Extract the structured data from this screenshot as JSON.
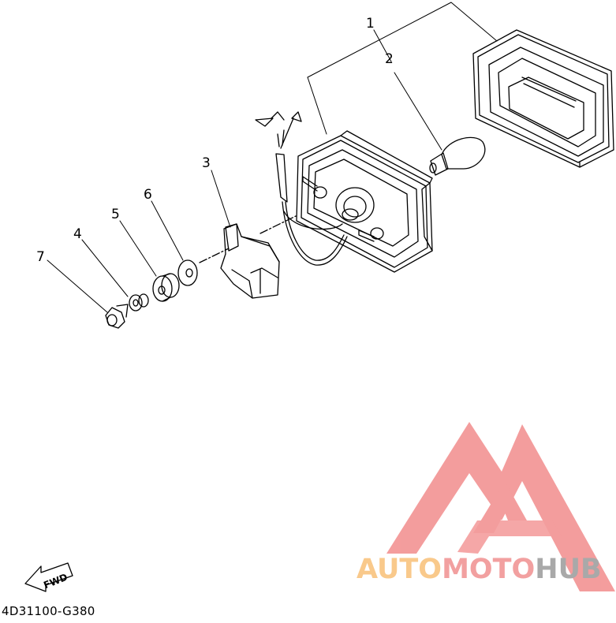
{
  "diagram": {
    "callouts": [
      {
        "id": "1",
        "part": "lamp-assembly"
      },
      {
        "id": "2",
        "part": "bulb"
      },
      {
        "id": "3",
        "part": "bracket"
      },
      {
        "id": "4",
        "part": "washer"
      },
      {
        "id": "5",
        "part": "grommet"
      },
      {
        "id": "6",
        "part": "washer-large"
      },
      {
        "id": "7",
        "part": "nut"
      }
    ],
    "fwd_label": "FWD",
    "drawing_code": "4D31100-G380"
  },
  "watermark": {
    "brand_part1": "AUTO",
    "brand_part2": "MOTO",
    "brand_part3": "HUB",
    "colors": {
      "auto": "#f9c98b",
      "moto": "#f2a0a0",
      "hub": "#a9a9a9",
      "logo": "#f28c8c"
    }
  }
}
